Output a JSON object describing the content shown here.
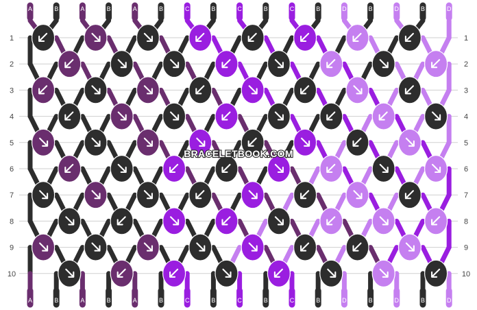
{
  "site_watermark": "BRACELETBOOK.COM",
  "colors": {
    "A": "#6a2e6e",
    "B": "#2d2d2d",
    "C": "#9a1ee0",
    "D": "#c57ff0",
    "grid": "#cfcfcf",
    "background": "#ffffff"
  },
  "top_strings": [
    "A",
    "B",
    "A",
    "B",
    "A",
    "B",
    "C",
    "B",
    "C",
    "B",
    "C",
    "B",
    "D",
    "B",
    "D",
    "B",
    "D"
  ],
  "bottom_strings": [
    "A",
    "B",
    "A",
    "B",
    "A",
    "B",
    "C",
    "B",
    "C",
    "B",
    "C",
    "B",
    "D",
    "B",
    "D",
    "B",
    "D"
  ],
  "row_labels": [
    "1",
    "2",
    "3",
    "4",
    "5",
    "6",
    "7",
    "8",
    "9",
    "10"
  ],
  "knot_rows": [
    [
      {
        "c": "B",
        "d": "bl"
      },
      {
        "c": "A",
        "d": "br"
      },
      {
        "c": "B",
        "d": "br"
      },
      {
        "c": "C",
        "d": "bl"
      },
      {
        "c": "B",
        "d": "bl"
      },
      {
        "c": "C",
        "d": "bl"
      },
      {
        "c": "D",
        "d": "bl"
      },
      {
        "c": "B",
        "d": "bl"
      }
    ],
    [
      {
        "c": "A",
        "d": "bl"
      },
      {
        "c": "B",
        "d": "br"
      },
      {
        "c": "B",
        "d": "br"
      },
      {
        "c": "C",
        "d": "bl"
      },
      {
        "c": "B",
        "d": "br"
      },
      {
        "c": "D",
        "d": "bl"
      },
      {
        "c": "B",
        "d": "br"
      },
      {
        "c": "D",
        "d": "bl"
      }
    ],
    [
      {
        "c": "A",
        "d": "bl"
      },
      {
        "c": "B",
        "d": "br"
      },
      {
        "c": "A",
        "d": "br"
      },
      {
        "c": "B",
        "d": "bl"
      },
      {
        "c": "C",
        "d": "br"
      },
      {
        "c": "B",
        "d": "bl"
      },
      {
        "c": "D",
        "d": "br"
      },
      {
        "c": "B",
        "d": "bl"
      }
    ],
    [
      {
        "c": "B",
        "d": "bl"
      },
      {
        "c": "A",
        "d": "br"
      },
      {
        "c": "B",
        "d": "br"
      },
      {
        "c": "C",
        "d": "bl"
      },
      {
        "c": "B",
        "d": "br"
      },
      {
        "c": "B",
        "d": "bl"
      },
      {
        "c": "D",
        "d": "bl"
      },
      {
        "c": "B",
        "d": "br"
      }
    ],
    [
      {
        "c": "A",
        "d": "br"
      },
      {
        "c": "B",
        "d": "br"
      },
      {
        "c": "A",
        "d": "br"
      },
      {
        "c": "C",
        "d": "br"
      },
      {
        "c": "B",
        "d": "bl"
      },
      {
        "c": "C",
        "d": "br"
      },
      {
        "c": "B",
        "d": "bl"
      },
      {
        "c": "D",
        "d": "br"
      }
    ],
    [
      {
        "c": "A",
        "d": "bl"
      },
      {
        "c": "B",
        "d": "br"
      },
      {
        "c": "C",
        "d": "bl"
      },
      {
        "c": "B",
        "d": "bl"
      },
      {
        "c": "C",
        "d": "br"
      },
      {
        "c": "D",
        "d": "bl"
      },
      {
        "c": "B",
        "d": "br"
      },
      {
        "c": "D",
        "d": "br"
      }
    ],
    [
      {
        "c": "B",
        "d": "br"
      },
      {
        "c": "A",
        "d": "br"
      },
      {
        "c": "B",
        "d": "br"
      },
      {
        "c": "B",
        "d": "bl"
      },
      {
        "c": "C",
        "d": "br"
      },
      {
        "c": "B",
        "d": "bl"
      },
      {
        "c": "D",
        "d": "br"
      },
      {
        "c": "B",
        "d": "bl"
      }
    ],
    [
      {
        "c": "B",
        "d": "br"
      },
      {
        "c": "B",
        "d": "bl"
      },
      {
        "c": "C",
        "d": "br"
      },
      {
        "c": "C",
        "d": "bl"
      },
      {
        "c": "B",
        "d": "br"
      },
      {
        "c": "D",
        "d": "bl"
      },
      {
        "c": "D",
        "d": "br"
      },
      {
        "c": "D",
        "d": "bl"
      }
    ],
    [
      {
        "c": "A",
        "d": "br"
      },
      {
        "c": "B",
        "d": "br"
      },
      {
        "c": "A",
        "d": "br"
      },
      {
        "c": "B",
        "d": "br"
      },
      {
        "c": "C",
        "d": "br"
      },
      {
        "c": "B",
        "d": "bl"
      },
      {
        "c": "B",
        "d": "bl"
      },
      {
        "c": "D",
        "d": "br"
      }
    ],
    [
      {
        "c": "B",
        "d": "br"
      },
      {
        "c": "A",
        "d": "bl"
      },
      {
        "c": "C",
        "d": "bl"
      },
      {
        "c": "B",
        "d": "br"
      },
      {
        "c": "C",
        "d": "bl"
      },
      {
        "c": "B",
        "d": "br"
      },
      {
        "c": "D",
        "d": "br"
      },
      {
        "c": "B",
        "d": "bl"
      }
    ]
  ]
}
